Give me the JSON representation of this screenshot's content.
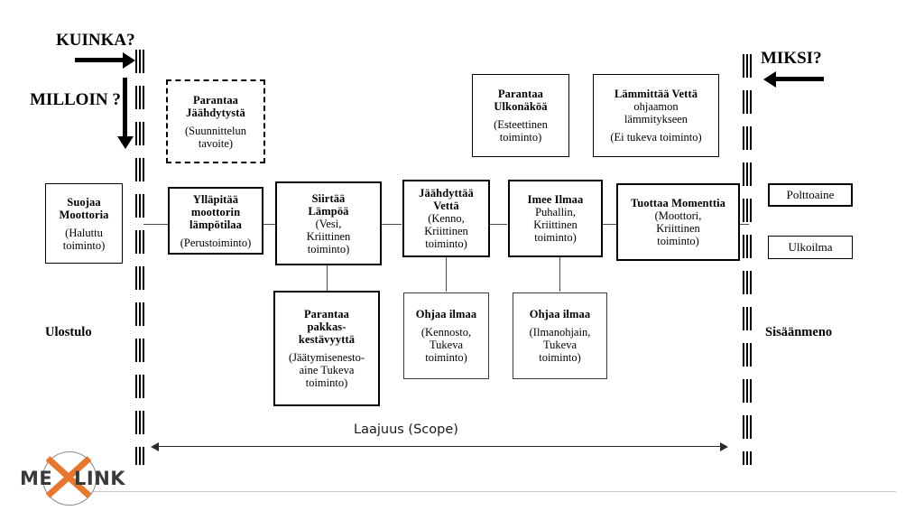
{
  "diagram": {
    "title_labels": {
      "how": "KUINKA?",
      "when": "MILLOIN ?",
      "why": "MIKSI?",
      "output": "Ulostulo",
      "input": "Sisäänmeno",
      "scope": "Laajuus (Scope)"
    },
    "dashed_box": {
      "title_line1": "Parantaa",
      "title_line2": "Jäähdytystä",
      "sub_line1": "(Suunnittelun",
      "sub_line2": "tavoite)"
    },
    "top_boxes": [
      {
        "name": "parantaa-ulkonakoa",
        "title_line1": "Parantaa",
        "title_line2": "Ulkonäköä",
        "sub_line1": "(Esteettinen",
        "sub_line2": "toiminto)"
      },
      {
        "name": "lammittaa-vetta",
        "title_line1": "Lämmittää Vettä",
        "sub_line1": "ohjaamon",
        "sub_line2": "lämmitykseen",
        "sub_line3": "(Ei tukeva  toiminto)"
      }
    ],
    "main_row": [
      {
        "name": "suojaa-moottoria",
        "title_line1": "Suojaa",
        "title_line2": "Moottoria",
        "sub_line1": "(Haluttu",
        "sub_line2": "toiminto)"
      },
      {
        "name": "yllapitaa-moottorin-lampotilaa",
        "title_line1": "Ylläpitää",
        "title_line2": "moottorin",
        "title_line3": "lämpötilaa",
        "sub_line1": "(Perustoiminto)"
      },
      {
        "name": "siirtaa-lampoa",
        "title_line1": "Siirtää",
        "title_line2": "Lämpöä",
        "sub_line1": "(Vesi,",
        "sub_line2": "Kriittinen",
        "sub_line3": "toiminto)"
      },
      {
        "name": "jaahdyttaa-vetta",
        "title_line1": "Jäähdyttää",
        "title_line2": "Vettä",
        "sub_line1": "(Kenno,",
        "sub_line2": "Kriittinen",
        "sub_line3": "toiminto)"
      },
      {
        "name": "imee-ilmaa",
        "title_line1": "Imee Ilmaa",
        "sub_line1": "Puhallin,",
        "sub_line2": "Kriittinen",
        "sub_line3": "toiminto)"
      },
      {
        "name": "tuottaa-momenttia",
        "title_line1": "Tuottaa Momenttia",
        "sub_line1": "(Moottori,",
        "sub_line2": "Kriittinen",
        "sub_line3": "toiminto)"
      }
    ],
    "bottom_row": [
      {
        "name": "parantaa-pakkaskestavyytta",
        "title_line1": "Parantaa",
        "title_line2": "pakkas-",
        "title_line3": "kestävyyttä",
        "sub_line1": "(Jäätymisenesto-",
        "sub_line2": "aine Tukeva",
        "sub_line3": "toiminto)"
      },
      {
        "name": "ohjaa-ilmaa-kennosto",
        "title_line1": "Ohjaa ilmaa",
        "sub_line1": "(Kennosto,",
        "sub_line2": "Tukeva",
        "sub_line3": "toiminto)"
      },
      {
        "name": "ohjaa-ilmaa-ilmanohjain",
        "title_line1": "Ohjaa ilmaa",
        "sub_line1": "(Ilmanohjain,",
        "sub_line2": "Tukeva",
        "sub_line3": "toiminto)"
      }
    ],
    "right_inputs": [
      {
        "name": "polttoaine",
        "label": "Polttoaine"
      },
      {
        "name": "ulkoilma",
        "label": "Ulkoilma"
      }
    ],
    "logo": {
      "text_left": "ME",
      "text_right": "LINK",
      "accent_color": "#e8762c",
      "text_color": "#3a3a3a"
    },
    "colors": {
      "ink": "#000000",
      "connector": "#4a4a4a",
      "footer_rule": "#c9c9c9",
      "background": "#ffffff"
    }
  }
}
